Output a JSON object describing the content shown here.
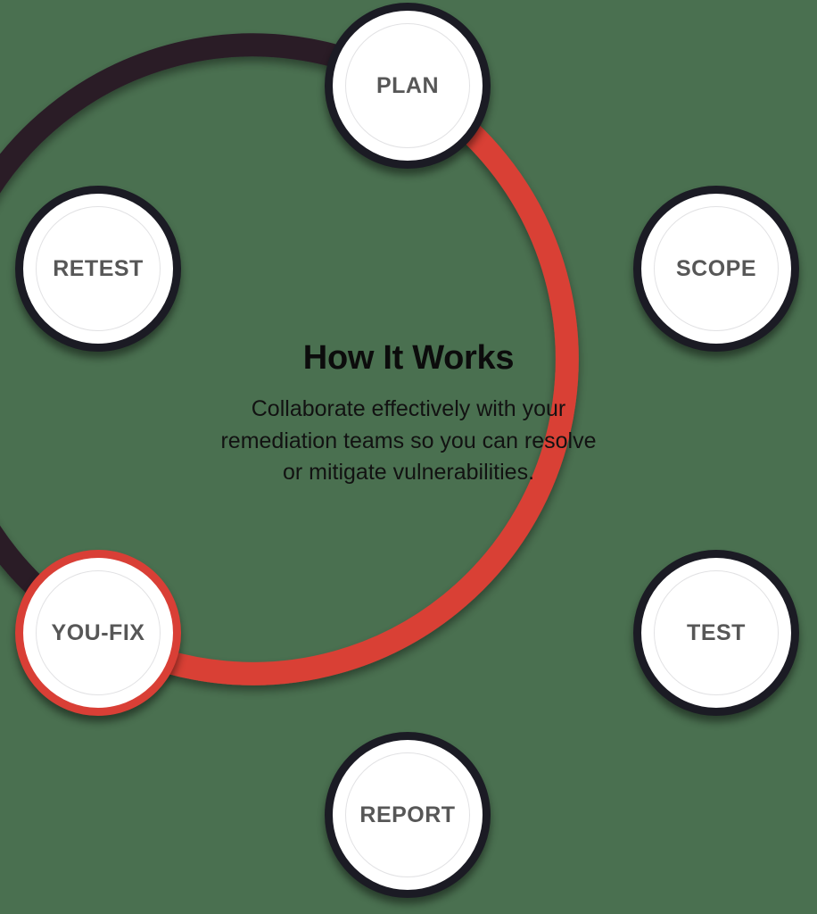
{
  "diagram": {
    "type": "cycle",
    "background_color": "#4a7050",
    "title": "How It Works",
    "description_lines": [
      "Collaborate effectively with your",
      "remediation teams so you can resolve",
      "or mitigate vulnerabilities."
    ],
    "colors": {
      "accent_red": "#d93f36",
      "arc_dark": "#2a1d28",
      "node_ring_dark": "#1b1b24",
      "node_fill": "#ffffff",
      "node_inner_ring": "#e2e2e4",
      "label_text": "#575757",
      "title_text": "#0c0c0c"
    },
    "nodes": [
      {
        "id": "plan",
        "label": "PLAN",
        "position": "top",
        "ring": "dark",
        "order": 1
      },
      {
        "id": "scope",
        "label": "SCOPE",
        "position": "upper-right",
        "ring": "dark",
        "order": 2
      },
      {
        "id": "test",
        "label": "TEST",
        "position": "lower-right",
        "ring": "dark",
        "order": 3
      },
      {
        "id": "report",
        "label": "REPORT",
        "position": "bottom",
        "ring": "dark",
        "order": 4
      },
      {
        "id": "youfix",
        "label": "YOU-FIX",
        "position": "lower-left",
        "ring": "accent",
        "order": 5
      },
      {
        "id": "retest",
        "label": "RETEST",
        "position": "upper-left",
        "ring": "dark",
        "order": 6
      }
    ],
    "arcs": [
      {
        "id": "arc-red",
        "color": "#d93f36",
        "from": "plan",
        "to": "youfix",
        "direction": "clockwise"
      },
      {
        "id": "arc-dark",
        "color": "#2a1d28",
        "from": "youfix",
        "to": "plan",
        "direction": "clockwise"
      }
    ]
  }
}
